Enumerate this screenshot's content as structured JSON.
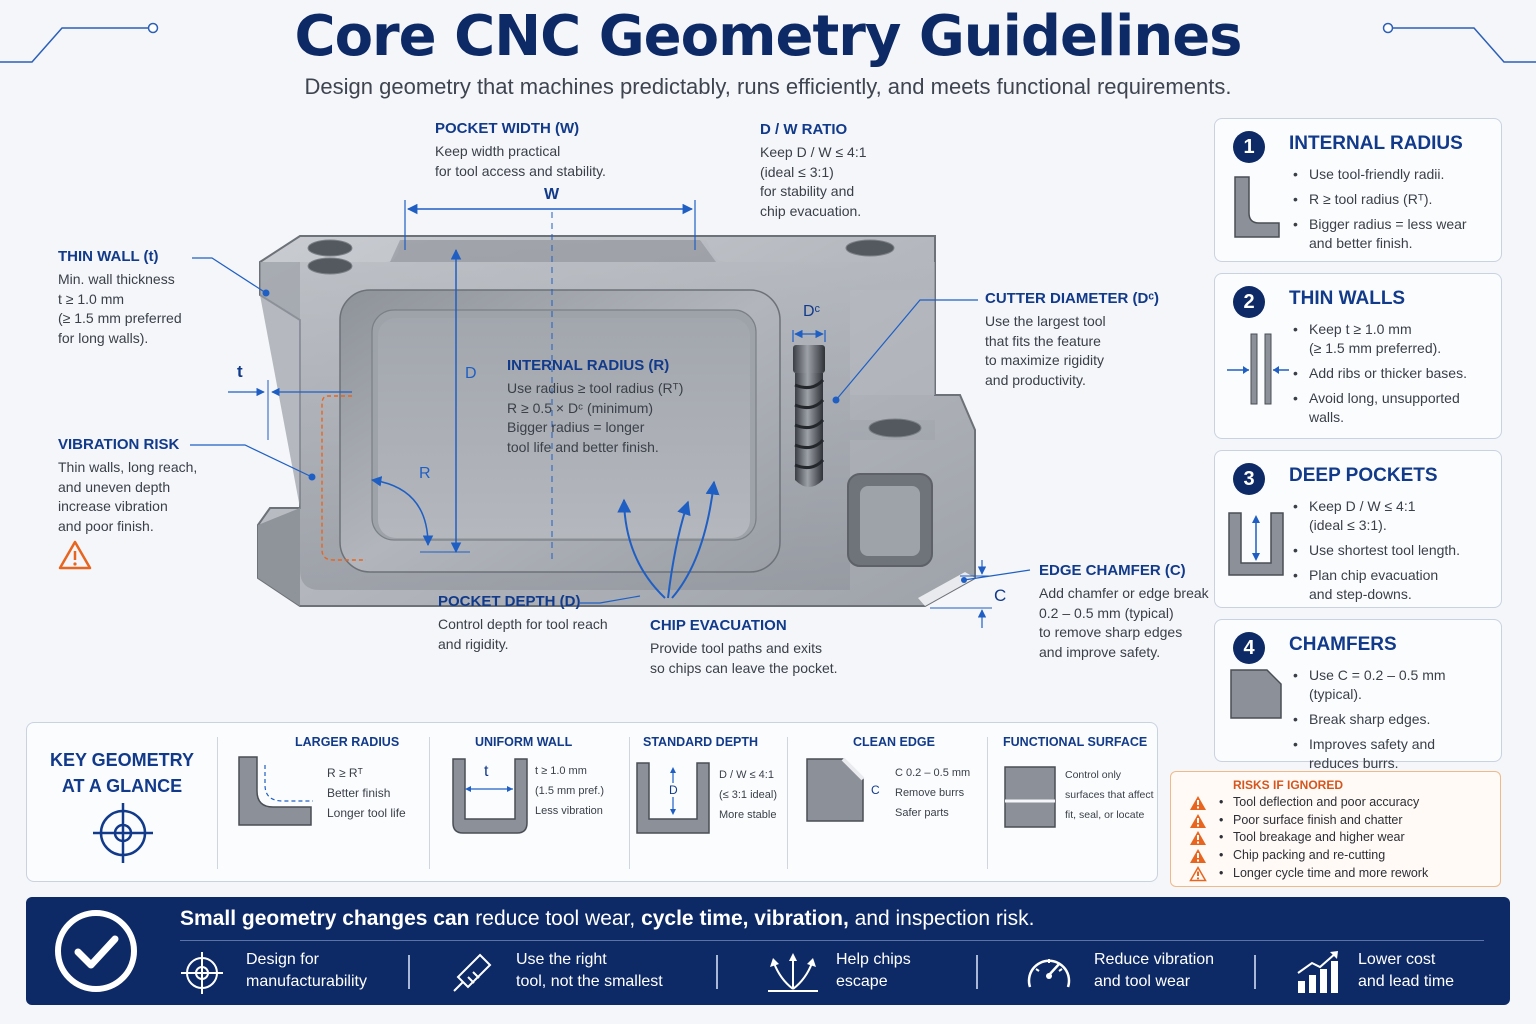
{
  "header": {
    "title": "Core CNC Geometry Guidelines",
    "subtitle": "Design geometry that machines predictably, runs efficiently, and meets functional requirements."
  },
  "diagram": {
    "label_w": "W",
    "label_d": "D",
    "label_t": "t",
    "label_r": "R",
    "label_dc": "Dᶜ",
    "label_c": "C"
  },
  "callouts": {
    "pocket_width": {
      "title": "POCKET WIDTH (W)",
      "text": "Keep width practical\nfor tool access and stability."
    },
    "dw_ratio": {
      "title": "D / W RATIO",
      "text": "Keep D / W ≤ 4:1\n(ideal ≤ 3:1)\nfor stability and\nchip evacuation."
    },
    "thin_wall": {
      "title": "THIN WALL (t)",
      "text": "Min. wall thickness\nt ≥ 1.0 mm\n(≥ 1.5 mm preferred\nfor long walls)."
    },
    "vibration": {
      "title": "VIBRATION RISK",
      "text": "Thin walls, long reach,\nand uneven depth\nincrease vibration\nand poor finish."
    },
    "internal_radius": {
      "title": "INTERNAL RADIUS (R)",
      "text": "Use radius  ≥ tool radius (Rᵀ)\nR ≥ 0.5 × Dᶜ (minimum)\nBigger radius = longer\ntool life and better finish."
    },
    "cutter_diameter": {
      "title": "CUTTER DIAMETER (Dᶜ)",
      "text": "Use the largest tool\nthat fits the feature\nto maximize rigidity\nand productivity."
    },
    "pocket_depth": {
      "title": "POCKET DEPTH (D)",
      "text": "Control depth for tool reach\nand rigidity."
    },
    "chip_evacuation": {
      "title": "CHIP EVACUATION",
      "text": "Provide tool paths and exits\nso chips can leave the pocket."
    },
    "edge_chamfer": {
      "title": "EDGE CHAMFER (C)",
      "text": "Add chamfer or edge break\n0.2 – 0.5 mm (typical)\nto remove sharp edges\nand improve safety."
    }
  },
  "cards": [
    {
      "num": "1",
      "title": "INTERNAL RADIUS",
      "icon": "l-corner-icon",
      "items": [
        "Use tool-friendly radii.",
        "R ≥ tool radius (Rᵀ).",
        "Bigger radius = less wear\nand better finish."
      ]
    },
    {
      "num": "2",
      "title": "THIN WALLS",
      "icon": "thin-wall-icon",
      "items": [
        "Keep  t ≥ 1.0 mm\n(≥ 1.5 mm preferred).",
        "Add ribs or thicker bases.",
        "Avoid long, unsupported\nwalls."
      ]
    },
    {
      "num": "3",
      "title": "DEEP POCKETS",
      "icon": "deep-pocket-icon",
      "items": [
        "Keep D / W ≤ 4:1\n(ideal ≤ 3:1).",
        "Use shortest tool length.",
        "Plan chip evacuation\nand step-downs."
      ]
    },
    {
      "num": "4",
      "title": "CHAMFERS",
      "icon": "chamfer-icon",
      "items": [
        "Use C = 0.2 – 0.5 mm\n(typical).",
        "Break sharp edges.",
        "Improves safety and\nreduces burrs."
      ]
    }
  ],
  "glance": {
    "title": "KEY GEOMETRY\nAT A GLANCE",
    "sections": [
      {
        "heading": "LARGER RADIUS",
        "text": "R ≥ Rᵀ\nBetter finish\nLonger tool life"
      },
      {
        "heading": "UNIFORM WALL",
        "label": "t",
        "text": "t ≥ 1.0 mm\n(1.5 mm pref.)\nLess vibration"
      },
      {
        "heading": "STANDARD DEPTH",
        "label": "D",
        "text": "D / W ≤ 4:1\n(≤ 3:1 ideal)\nMore stable"
      },
      {
        "heading": "CLEAN EDGE",
        "label": "C",
        "text": "C 0.2 – 0.5 mm\nRemove burrs\nSafer parts"
      },
      {
        "heading": "FUNCTIONAL SURFACE",
        "text": "Control only\nsurfaces that affect\nfit, seal, or locate"
      }
    ]
  },
  "risks": {
    "heading": "RISKS IF IGNORED",
    "items": [
      "Tool deflection and poor accuracy",
      "Poor surface finish and chatter",
      "Tool breakage and higher wear",
      "Chip packing and re-cutting",
      "Longer cycle time and more rework"
    ]
  },
  "banner": {
    "h1": "Small geometry changes can",
    "h2": " reduce tool wear, ",
    "h3": "cycle time, vibration,",
    "h4": " and inspection risk.",
    "items": [
      {
        "icon": "crosshair-icon",
        "text": "Design for\nmanufacturability"
      },
      {
        "icon": "end-mill-icon",
        "text": "Use the right\ntool, not the smallest"
      },
      {
        "icon": "chip-flow-icon",
        "text": "Help chips\nescape"
      },
      {
        "icon": "gauge-icon",
        "text": "Reduce vibration\nand tool wear"
      },
      {
        "icon": "bar-chart-icon",
        "text": "Lower cost\nand lead time"
      }
    ]
  },
  "colors": {
    "navy": "#0d2a66",
    "accent_blue": "#1f5fc4",
    "warning_orange": "#e8651f",
    "metal": "#a9adb4"
  }
}
